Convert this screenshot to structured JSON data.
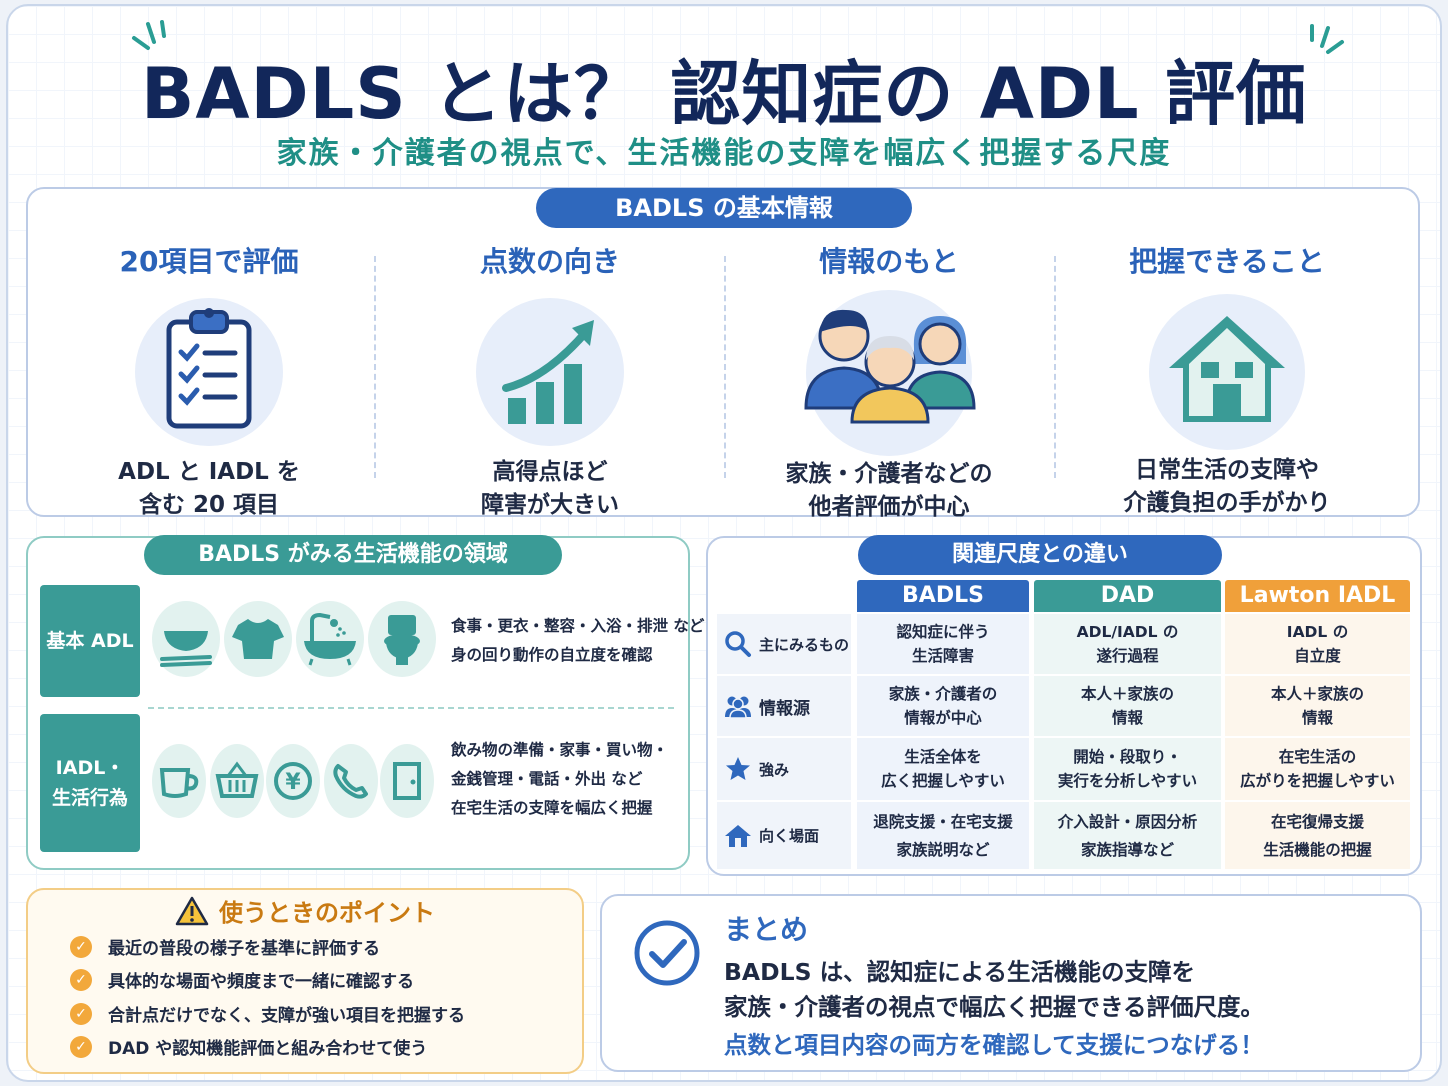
{
  "title": "BADLS とは？ 認知症の ADL 評価",
  "subtitle": "家族・介護者の視点で、生活機能の支障を幅広く把握する尺度",
  "basic_info": {
    "heading": "BADLS の基本情報",
    "columns": [
      {
        "title": "20項目で評価",
        "icon": "clipboard-checklist-icon",
        "line1": "ADL と IADL を",
        "line2": "含む 20 項目"
      },
      {
        "title": "点数の向き",
        "icon": "rising-bar-chart-icon",
        "line1": "高得点ほど",
        "line2": "障害が大きい"
      },
      {
        "title": "情報のもと",
        "icon": "family-people-icon",
        "line1": "家族・介護者などの",
        "line2": "他者評価が中心"
      },
      {
        "title": "把握できること",
        "icon": "house-icon",
        "line1": "日常生活の支障や",
        "line2": "介護負担の手がかり"
      }
    ]
  },
  "domains": {
    "heading": "BADLS がみる生活機能の領域",
    "basic": {
      "label": "基本 ADL",
      "line1": "食事・更衣・整容・入浴・排泄 など",
      "line2": "身の回り動作の自立度を確認"
    },
    "iadl": {
      "label1": "IADL・",
      "label2": "生活行為",
      "line1": "飲み物の準備・家事・買い物・",
      "line2": "金銭管理・電話・外出 など",
      "line3": "在宅生活の支障を幅広く把握",
      "yen": "¥"
    }
  },
  "comparison": {
    "heading": "関連尺度との違い",
    "columns": [
      "BADLS",
      "DAD",
      "Lawton IADL"
    ],
    "column_colors": [
      "#2f68bd",
      "#3a9b96",
      "#f0a03a"
    ],
    "rows": [
      {
        "label": "主にみるもの",
        "icon": "magnifier-icon",
        "cells": [
          "認知症に伴う\n生活障害",
          "ADL/IADL の\n遂行過程",
          "IADL の\n自立度"
        ]
      },
      {
        "label": "情報源",
        "icon": "people-icon",
        "cells": [
          "家族・介護者の\n情報が中心",
          "本人＋家族の\n情報",
          "本人＋家族の\n情報"
        ]
      },
      {
        "label": "強み",
        "icon": "star-icon",
        "cells": [
          "生活全体を\n広く把握しやすい",
          "開始・段取り・\n実行を分析しやすい",
          "在宅生活の\n広がりを把握しやすい"
        ]
      },
      {
        "label": "向く場面",
        "icon": "home-icon",
        "cells": [
          "退院支援・在宅支援\n家族説明など",
          "介入設計・原因分析\n家族指導など",
          "在宅復帰支援\n生活機能の把握"
        ]
      }
    ]
  },
  "tips": {
    "heading": "使うときのポイント",
    "items": [
      "最近の普段の様子を基準に評価する",
      "具体的な場面や頻度まで一緒に確認する",
      "合計点だけでなく、支障が強い項目を把握する",
      "DAD や認知機能評価と組み合わせて使う"
    ]
  },
  "summary": {
    "heading": "まとめ",
    "line1": "BADLS は、認知症による生活機能の支障を",
    "line2": "家族・介護者の視点で幅広く把握できる評価尺度。",
    "line3": "点数と項目内容の両方を確認して支援につなげる！"
  }
}
